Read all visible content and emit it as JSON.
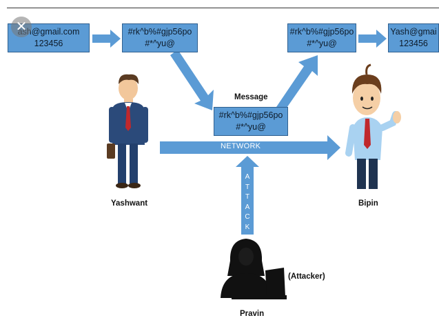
{
  "boxes": {
    "input": {
      "line1": "ash@gmail.com",
      "line2": "123456"
    },
    "encrypted1": {
      "line1": "#rk^b%#gjp56po",
      "line2": "#*^yu@"
    },
    "message": {
      "line1": "#rk^b%#gjp56po",
      "line2": "#*^yu@"
    },
    "encrypted2": {
      "line1": "#rk^b%#gjp56po",
      "line2": "#*^yu@"
    },
    "output": {
      "line1": "Yash@gmai",
      "line2": "123456"
    }
  },
  "labels": {
    "message": "Message",
    "network": "NETWORK",
    "attack": [
      "A",
      "T",
      "T",
      "A",
      "C",
      "K"
    ],
    "sender": "Yashwant",
    "receiver": "Bipin",
    "attacker_role": "(Attacker)",
    "attacker_name": "Pravin"
  },
  "colors": {
    "box_fill": "#5b9bd5",
    "box_border": "#2f5f8f",
    "arrow": "#5b9bd5",
    "suit": "#2b4a7a",
    "tie": "#c0282c",
    "hoodie": "#111111"
  },
  "icons": {
    "close": "close-icon"
  }
}
